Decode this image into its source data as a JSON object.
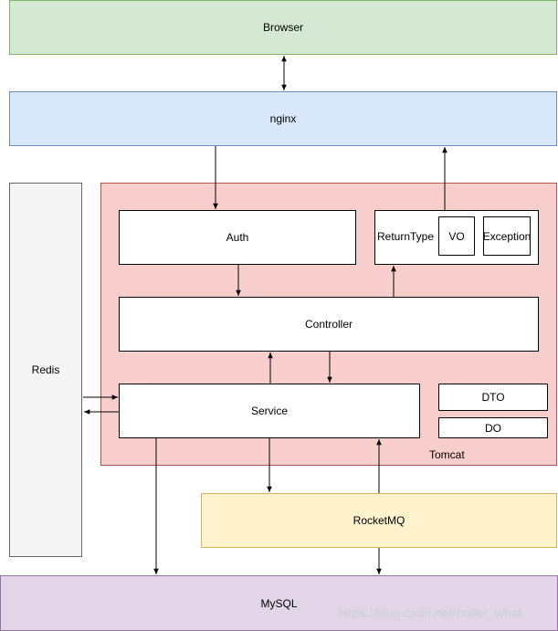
{
  "nodes": {
    "browser": "Browser",
    "nginx": "nginx",
    "redis": "Redis",
    "tomcat": "Tomcat",
    "auth": "Auth",
    "returntype": "ReturnType",
    "vo": "VO",
    "exception": "Exception",
    "controller": "Controller",
    "service": "Service",
    "dto": "DTO",
    "do": "DO",
    "rocketmq": "RocketMQ",
    "mysql": "MySQL"
  },
  "edges": [
    {
      "from": "Browser",
      "to": "nginx",
      "direction": "both"
    },
    {
      "from": "nginx",
      "to": "Auth"
    },
    {
      "from": "ReturnType",
      "to": "nginx"
    },
    {
      "from": "Auth",
      "to": "Controller"
    },
    {
      "from": "Controller",
      "to": "ReturnType"
    },
    {
      "from": "Controller",
      "to": "Service"
    },
    {
      "from": "Service",
      "to": "Controller"
    },
    {
      "from": "Redis",
      "to": "Service"
    },
    {
      "from": "Service",
      "to": "Redis"
    },
    {
      "from": "Service",
      "to": "RocketMQ"
    },
    {
      "from": "RocketMQ",
      "to": "Service"
    },
    {
      "from": "Service",
      "to": "MySQL"
    },
    {
      "from": "RocketMQ",
      "to": "MySQL"
    }
  ],
  "watermark": "https://blog.csdn.net/coder_what",
  "colors": {
    "browser_fill": "#d5e8d4",
    "nginx_fill": "#dae8fc",
    "redis_fill": "#f5f5f5",
    "tomcat_fill": "#f8cecc",
    "rocketmq_fill": "#fff2cc",
    "mysql_fill": "#e1d5e7"
  }
}
